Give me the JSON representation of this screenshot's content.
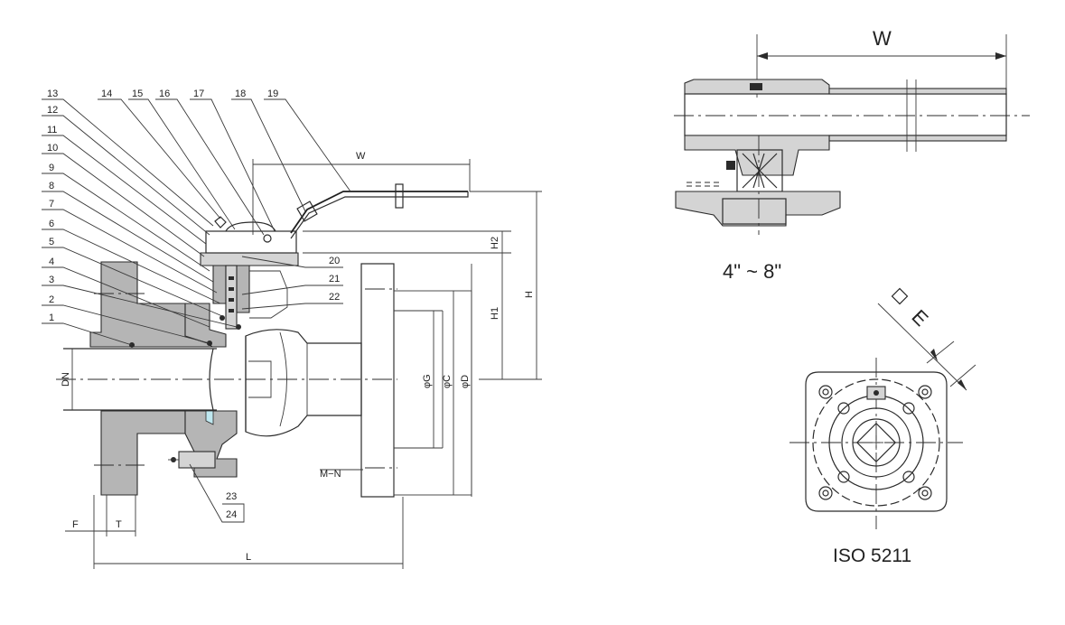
{
  "left_view": {
    "part_numbers": [
      "13",
      "12",
      "11",
      "10",
      "9",
      "8",
      "7",
      "6",
      "5",
      "4",
      "3",
      "2",
      "1"
    ],
    "top_part_numbers": [
      "14",
      "15",
      "16",
      "17",
      "18",
      "19"
    ],
    "right_part_numbers": [
      "20",
      "21",
      "22"
    ],
    "bottom_part_numbers": [
      "23",
      "24"
    ],
    "dims": {
      "w": "W",
      "h2": "H2",
      "h1": "H1",
      "h": "H",
      "g": "φG",
      "c": "φC",
      "d": "φD",
      "dn": "DN",
      "mn": "M−N",
      "f": "F",
      "t": "T",
      "l": "L"
    }
  },
  "gear_view": {
    "dim_w": "W",
    "size_range": "4\" ~ 8\""
  },
  "iso_view": {
    "dim_e": "E",
    "caption": "ISO 5211"
  },
  "colors": {
    "line": "#2b2b2b",
    "section_fill": "#b5b5b5",
    "light_fill": "#d4d4d4",
    "accent": "#bfe8f0"
  }
}
